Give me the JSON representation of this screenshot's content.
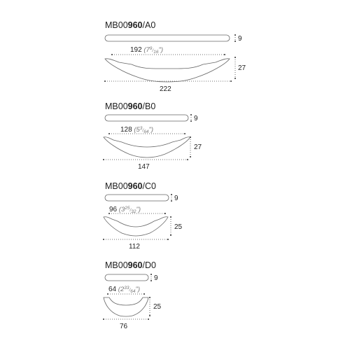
{
  "products": [
    {
      "code_prefix": "MB00",
      "code_bold": "960",
      "code_suffix": "/A0",
      "thickness": "9",
      "spacing": "192",
      "spacing_inch_whole": "7",
      "spacing_inch_num": "9",
      "spacing_inch_den": "16",
      "height": "27",
      "length": "222"
    },
    {
      "code_prefix": "MB00",
      "code_bold": "960",
      "code_suffix": "/B0",
      "thickness": "9",
      "spacing": "128",
      "spacing_inch_whole": "5",
      "spacing_inch_num": "3",
      "spacing_inch_den": "64",
      "height": "27",
      "length": "147"
    },
    {
      "code_prefix": "MB00",
      "code_bold": "960",
      "code_suffix": "/C0",
      "thickness": "9",
      "spacing": "96",
      "spacing_inch_whole": "3",
      "spacing_inch_num": "25",
      "spacing_inch_den": "32",
      "height": "25",
      "length": "112"
    },
    {
      "code_prefix": "MB00",
      "code_bold": "960",
      "code_suffix": "/D0",
      "thickness": "9",
      "spacing": "64",
      "spacing_inch_whole": "2",
      "spacing_inch_num": "33",
      "spacing_inch_den": "64",
      "height": "25",
      "length": "76"
    }
  ]
}
